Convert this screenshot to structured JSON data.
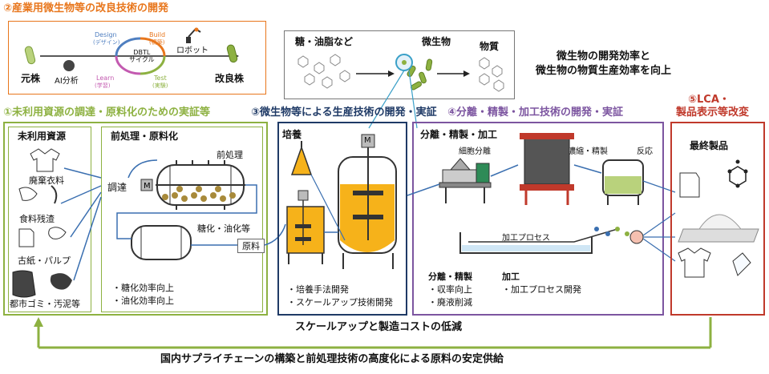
{
  "section2": {
    "title": "②産業用微生物等の改良技術の開発",
    "original_strain": "元株",
    "improved_strain": "改良株",
    "ai_analysis": "AI分析",
    "robot": "ロボット",
    "dbtl": "DBTL\nサイクル",
    "design": "Design",
    "design_jp": "(デザイン)",
    "build": "Build",
    "build_jp": "(構築)",
    "test": "Test",
    "test_jp": "(実験)",
    "learn": "Learn",
    "learn_jp": "(学習)",
    "input": "糖・油脂など",
    "microbe": "微生物",
    "substance": "物質",
    "goal_line1": "微生物の開発効率と",
    "goal_line2": "微生物の物質生産効率を向上"
  },
  "section1": {
    "title": "①未利用資源の調達・原料化のための実証等",
    "resources_title": "未利用資源",
    "resources": [
      "廃棄衣料",
      "食料残渣",
      "古紙・パルプ",
      "都市ゴミ・汚泥等"
    ],
    "pretreat_title": "前処理・原料化",
    "procurement": "調達",
    "pretreatment": "前処理",
    "saccharification": "糖化・油化等",
    "raw_material": "原料",
    "motor": "M",
    "bullets": [
      "糖化効率向上",
      "油化効率向上"
    ]
  },
  "section3": {
    "title": "③微生物等による生産技術の開発・実証",
    "culture_title": "培養",
    "motor": "M",
    "bullets": [
      "培養手法開発",
      "スケールアップ技術開発"
    ]
  },
  "section4": {
    "title": "④分離・精製・加工技術の開発・実証",
    "box_title": "分離・精製・加工",
    "cell_separation": "細胞分離",
    "concentrate": "濃縮・精製",
    "reaction": "反応",
    "processing": "加工プロセス",
    "sep_title": "分離・精製",
    "sep_bullets": [
      "収率向上",
      "廃液削減"
    ],
    "proc_title": "加工",
    "proc_bullets": [
      "加工プロセス開発"
    ]
  },
  "section5": {
    "title_line1": "⑤LCA・",
    "title_line2": "製品表示等改変",
    "final_products": "最終製品"
  },
  "footer": {
    "scaleup": "スケールアップと製造コストの低減",
    "supply_chain": "国内サプライチェーンの構築と前処理技術の高度化による原料の安定供給"
  },
  "colors": {
    "orange": "#e8761c",
    "green": "#8db141",
    "navy": "#1f3a66",
    "purple": "#7c55a0",
    "red": "#c0392b",
    "tank_yellow": "#f6b21a",
    "flow_blue": "#3a6fb0"
  }
}
